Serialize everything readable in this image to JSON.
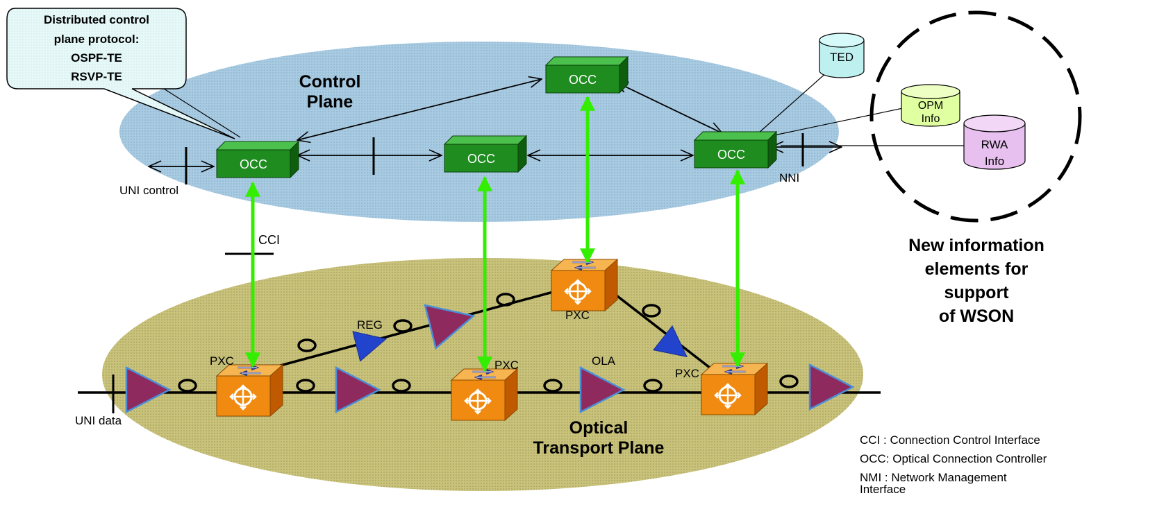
{
  "callout": {
    "line1": "Distributed control",
    "line2": "plane protocol:",
    "line3": "OSPF-TE",
    "line4": "RSVP-TE"
  },
  "control_plane": {
    "line1": "Control",
    "line2": "Plane"
  },
  "transport_plane": {
    "line1": "Optical",
    "line2": "Transport Plane"
  },
  "occ_label": "OCC",
  "pxc_label": "PXC",
  "labels": {
    "uni_control": "UNI control",
    "uni_data": "UNI data",
    "cci": "CCI",
    "nni": "NNI",
    "reg": "REG",
    "ola": "OLA"
  },
  "databases": {
    "ted": "TED",
    "opm_line1": "OPM",
    "opm_line2": "Info",
    "rwa_line1": "RWA",
    "rwa_line2": "Info"
  },
  "new_info": {
    "line1": "New information",
    "line2": "elements for",
    "line3": "support",
    "line4": "of WSON"
  },
  "legend": {
    "cci": "CCI : Connection Control Interface",
    "occ": "OCC: Optical Connection Controller",
    "nmi_line1": "NMI : Network Management",
    "nmi_line2": "Interface"
  },
  "colors": {
    "control_plane_fill": "#A6C8E0",
    "transport_plane_fill": "#C8C078",
    "occ_green": "#1E8C1E",
    "cci_link_green": "#33EE00",
    "amplifier_purple": "#8E2A5E",
    "reg_blue": "#2244CC",
    "pxc_orange": "#F08A10",
    "callout_fill": "#E4F8F8",
    "ted_fill": "#BFF0F0",
    "opm_fill": "#E0FFA0",
    "rwa_fill": "#E8C0F0"
  }
}
